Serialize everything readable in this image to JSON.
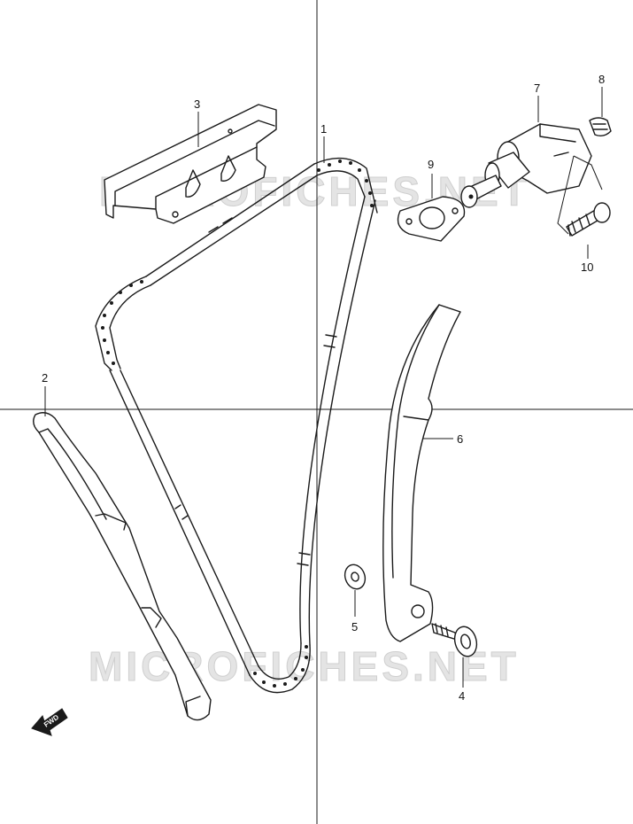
{
  "watermark": "MICROFICHES.NET",
  "parts": [
    {
      "id": "p1",
      "label": "1"
    },
    {
      "id": "p2",
      "label": "2"
    },
    {
      "id": "p3",
      "label": "3"
    },
    {
      "id": "p4",
      "label": "4"
    },
    {
      "id": "p5",
      "label": "5"
    },
    {
      "id": "p6",
      "label": "6"
    },
    {
      "id": "p7",
      "label": "7"
    },
    {
      "id": "p8",
      "label": "8"
    },
    {
      "id": "p9",
      "label": "9"
    },
    {
      "id": "p10",
      "label": "10"
    }
  ],
  "direction_badge": {
    "text": "FWD"
  },
  "colors": {
    "line": "#1a1a1a",
    "background": "#ffffff",
    "watermark": "#e4e4e4"
  }
}
